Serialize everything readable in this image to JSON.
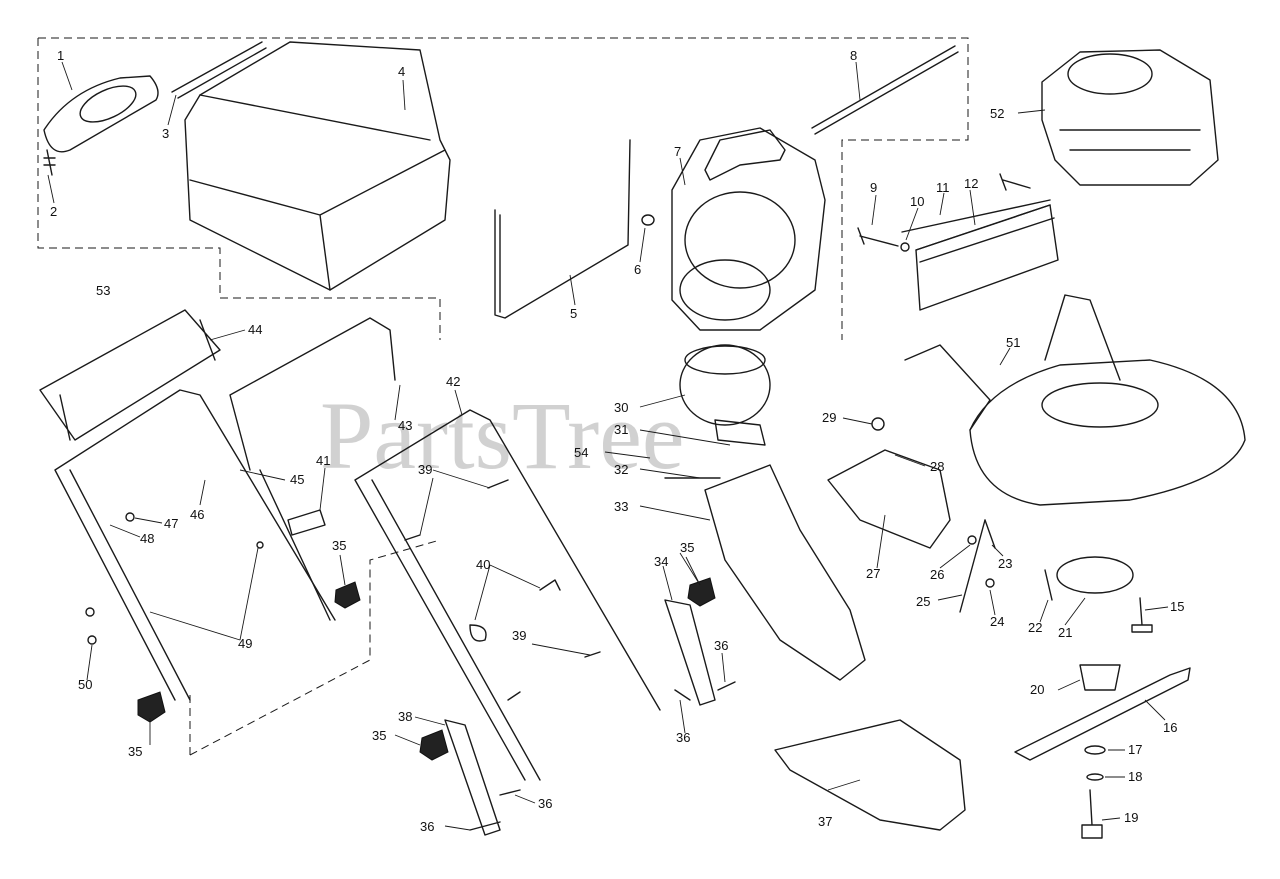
{
  "watermark": "PartsTree",
  "callouts": [
    "1",
    "2",
    "3",
    "4",
    "5",
    "6",
    "7",
    "8",
    "9",
    "10",
    "11",
    "12",
    "15",
    "16",
    "17",
    "18",
    "19",
    "20",
    "21",
    "22",
    "23",
    "24",
    "25",
    "26",
    "27",
    "28",
    "29",
    "30",
    "31",
    "32",
    "33",
    "34",
    "35",
    "36",
    "37",
    "38",
    "39",
    "40",
    "41",
    "42",
    "43",
    "44",
    "45",
    "46",
    "47",
    "48",
    "49",
    "50",
    "51",
    "52",
    "53",
    "54"
  ]
}
